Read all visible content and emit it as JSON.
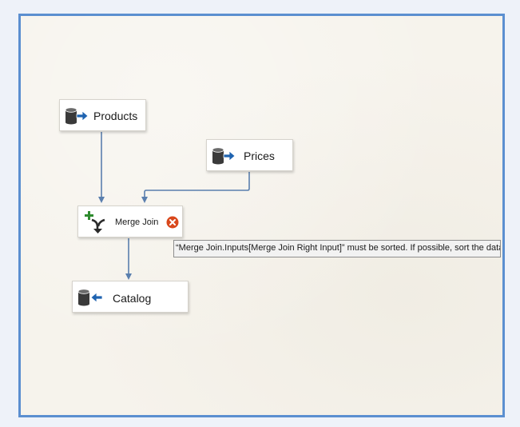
{
  "nodes": {
    "products": {
      "label": "Products",
      "icon": "database-source-icon"
    },
    "prices": {
      "label": "Prices",
      "icon": "database-source-icon"
    },
    "merge_join": {
      "label": "Merge Join",
      "icon": "merge-join-icon",
      "status_icon": "error-icon"
    },
    "catalog": {
      "label": "Catalog",
      "icon": "database-destination-icon"
    }
  },
  "tooltip": {
    "text": "“Merge Join.Inputs[Merge Join Right Input]” must be sorted. If possible, sort the data..."
  },
  "colors": {
    "canvas_border": "#5b8fd0",
    "canvas_background": "#f6f3ec",
    "connector": "#5a7fae",
    "arrow_blue": "#1f63b0",
    "plus_green": "#2e8b2e",
    "error_red": "#d9481c"
  }
}
